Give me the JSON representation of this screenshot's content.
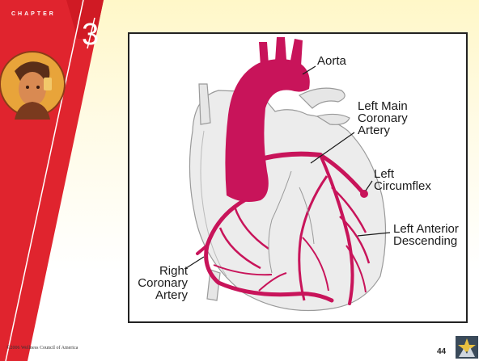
{
  "header": {
    "chapter_label": "CHAPTER",
    "chapter_number": "3"
  },
  "diagram": {
    "labels": {
      "aorta": "Aorta",
      "left_main": "Left Main\nCoronary\nArtery",
      "left_circumflex": "Left\nCircumflex",
      "left_anterior": "Left Anterior\nDescending",
      "right_coronary": "Right\nCoronary\nArtery"
    }
  },
  "footer": {
    "copyright": "©2006 Wellness Council of America",
    "page_number": "44"
  },
  "colors": {
    "band_red": "#e0242e",
    "artery": "#c8145a",
    "heart_gray": "#ececec"
  },
  "icons": [
    "chapter-avatar-icon",
    "star-logo-icon"
  ]
}
